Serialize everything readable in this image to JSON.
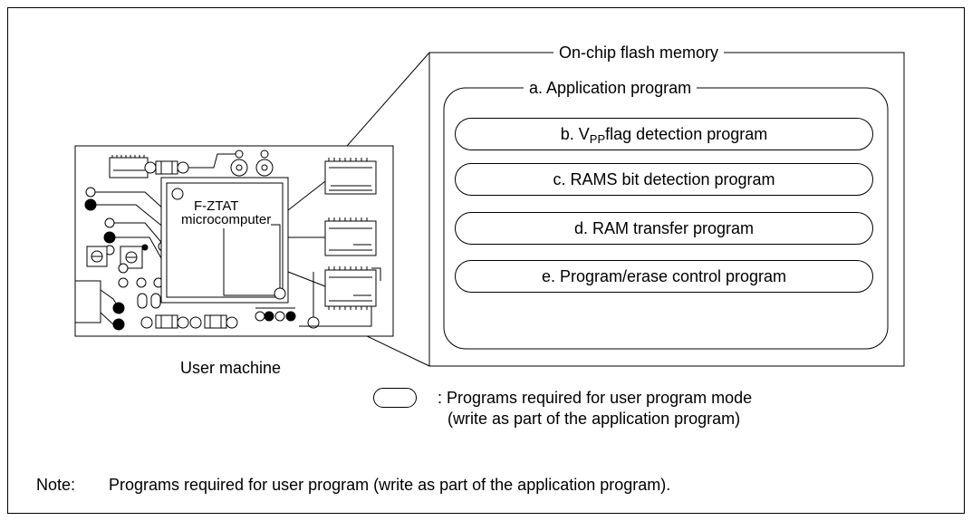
{
  "flash_memory": {
    "title": "On-chip flash memory",
    "application_label": "a.  Application program",
    "programs": [
      {
        "prefix": "b. V",
        "sub": "PP",
        "suffix": " flag detection program"
      },
      {
        "text": "c. RAMS bit detection program"
      },
      {
        "text": "d. RAM transfer program"
      },
      {
        "text": "e. Program/erase control program"
      }
    ]
  },
  "board": {
    "chip_label_1": "F-ZTAT",
    "chip_label_2": "microcomputer",
    "caption": "User machine"
  },
  "legend": {
    "line1": ": Programs required for user program mode",
    "line2": "(write as part of the application program)"
  },
  "note": {
    "label": "Note:",
    "text": "Programs required for user program (write as part of the application program)."
  }
}
